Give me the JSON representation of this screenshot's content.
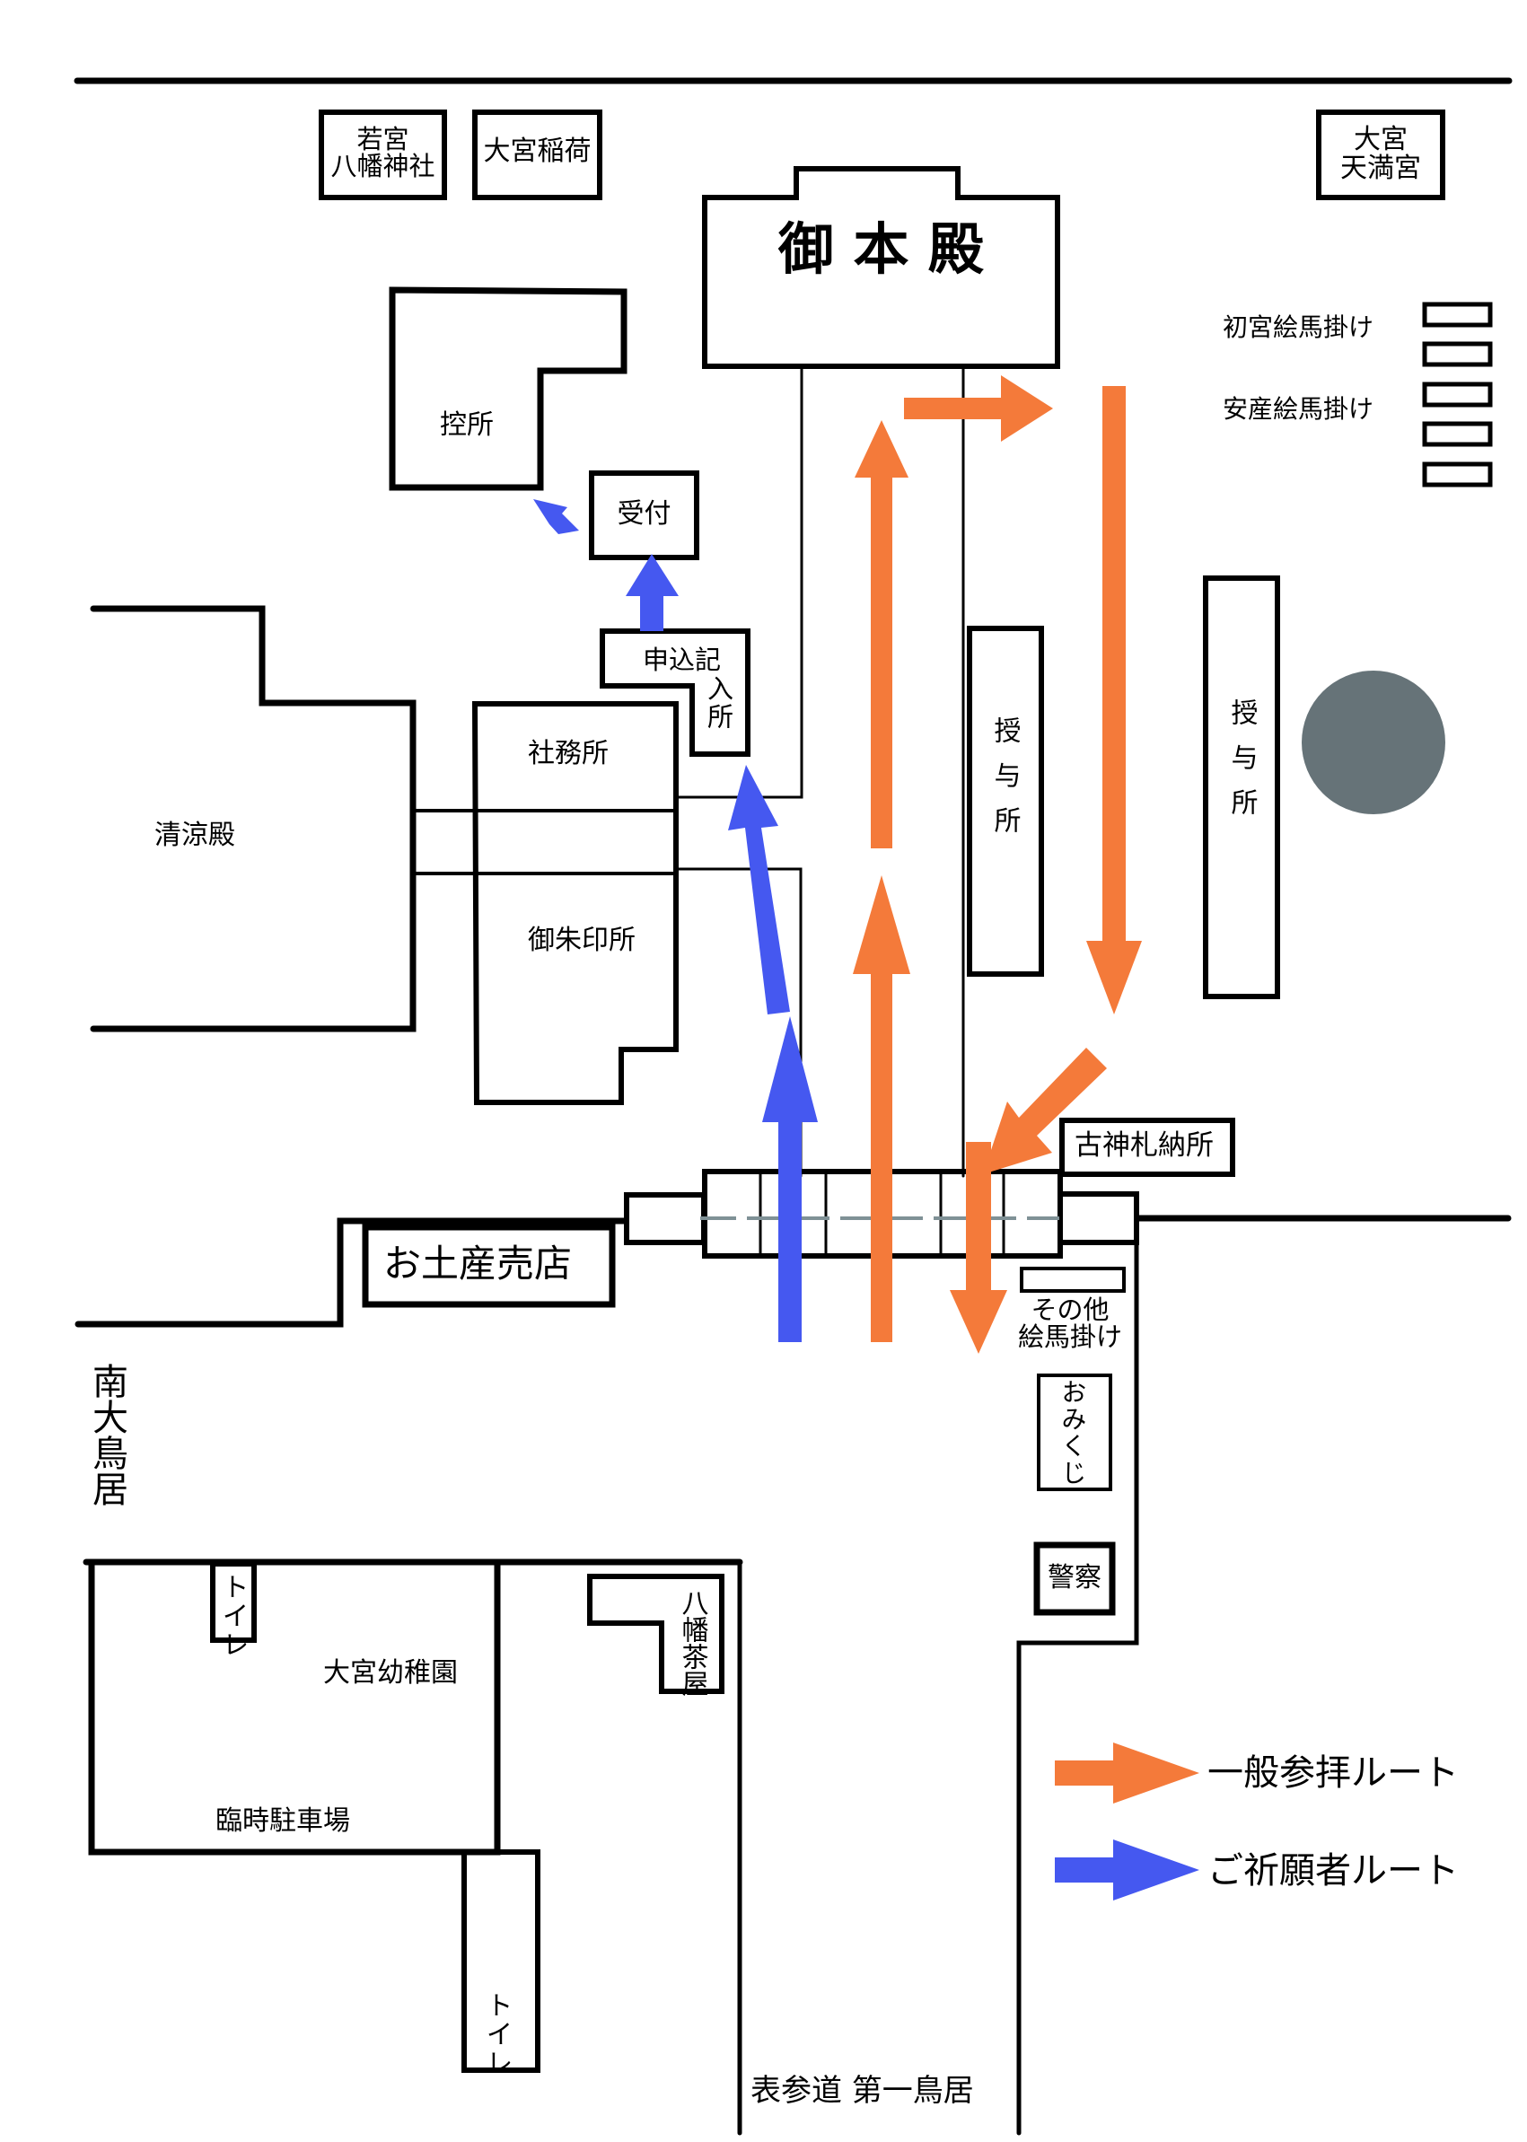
{
  "title": "大宮八幡宮 境内参拝ルート案内図",
  "colors": {
    "general_route": "#f47a3a",
    "prayer_route": "#4558f0",
    "pond": "#667378",
    "line": "#000000",
    "gate_dash": "#7f9196"
  },
  "buildings": {
    "wakamiya": "若宮\n八幡神社",
    "wakamiya_line1": "若宮",
    "wakamiya_line2": "八幡神社",
    "inari": "大宮稲荷",
    "honden": "御 本 殿",
    "tenmangu_line1": "大宮",
    "tenmangu_line2": "天満宮",
    "hatsumiya_ema": "初宮絵馬掛け",
    "anzan_ema": "安産絵馬掛け",
    "hikaejo": "控所",
    "uketsuke": "受付",
    "moushikomi_line1": "申込記",
    "moushikomi_line2": "入所",
    "shamusho": "社務所",
    "goshuinjo": "御朱印所",
    "seiryoden": "清涼殿",
    "juyojo_left": "授与所",
    "juyojo_right": "授与所",
    "kofuda": "古神札納所",
    "omiyage": "お土産売店",
    "other_ema_line1": "その他",
    "other_ema_line2": "絵馬掛け",
    "omikuji": "おみくじ",
    "minami_torii": "南大鳥居",
    "police": "警察",
    "toilet_top": "トイレ",
    "kindergarten": "大宮幼稚園",
    "parking": "臨時駐車場",
    "chaya": "八幡茶屋",
    "toilet_bottom": "トイレ",
    "omotesando": "表参道 第一鳥居"
  },
  "legend": [
    {
      "label": "一般参拝ルート",
      "color": "#f47a3a",
      "icon": "orange-arrow-icon"
    },
    {
      "label": "ご祈願者ルート",
      "color": "#4558f0",
      "icon": "blue-arrow-icon"
    }
  ]
}
